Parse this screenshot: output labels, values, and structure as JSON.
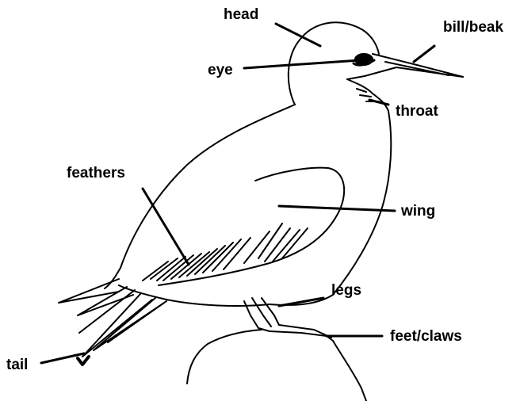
{
  "labels": {
    "head": "head",
    "bill": "bill/beak",
    "eye": "eye",
    "throat": "throat",
    "feathers": "feathers",
    "wing": "wing",
    "legs": "legs",
    "feet": "feet/claws",
    "tail": "tail"
  },
  "colors": {
    "ink": "#000000",
    "background": "#ffffff"
  }
}
